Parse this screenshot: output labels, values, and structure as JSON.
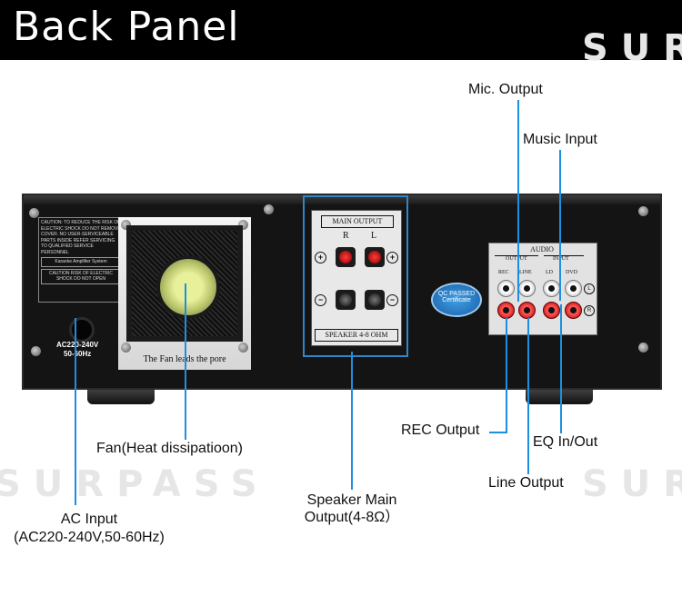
{
  "header": {
    "title": "Back Panel"
  },
  "watermark": "SURPASS",
  "amplifier": {
    "warning_text": "CAUTION: TO REDUCE THE RISK OF ELECTRIC SHOCK DO NOT REMOVE COVER. NO USER-SERVICEABLE PARTS INSIDE REFER SERVICING TO QUALIFIED SERVICE PERSONNEL",
    "warning_system": "Karaoke Amplifier System",
    "warning_caution": "CAUTION RISK OF ELECTRIC SHOCK DO NOT OPEN",
    "ac_voltage": "AC220-240V",
    "ac_freq": "50-60Hz",
    "fan_caption": "The Fan leads the pore",
    "main_output": {
      "title": "MAIN OUTPUT",
      "ch_r": "R",
      "ch_l": "L",
      "plus": "+",
      "minus": "−",
      "speaker": "SPEAKER 4-8 OHM"
    },
    "badge": {
      "line1": "QC PASSED",
      "line2": "Certificate"
    },
    "audio": {
      "title": "AUDIO",
      "output_group": "OUTPUT",
      "input_group": "INPUT",
      "col_rec": "REC",
      "col_line": "LINE",
      "col_ld": "LD",
      "col_dvd": "DVD",
      "left_mark": "L",
      "right_mark": "R"
    }
  },
  "callouts": {
    "mic_output": "Mic. Output",
    "music_input": "Music Input",
    "rec_output": "REC Output",
    "eq_in_out": "EQ In/Out",
    "line_output": "Line Output",
    "fan": "Fan(Heat dissipatioon)",
    "speaker_main_1": "Speaker Main",
    "speaker_main_2": "Output(4-8Ω）",
    "ac_input_1": "AC Input",
    "ac_input_2": "(AC220-240V,50-60Hz)"
  },
  "colors": {
    "accent": "#1d8fe0",
    "header_bg": "#000000",
    "panel": "#141414"
  }
}
